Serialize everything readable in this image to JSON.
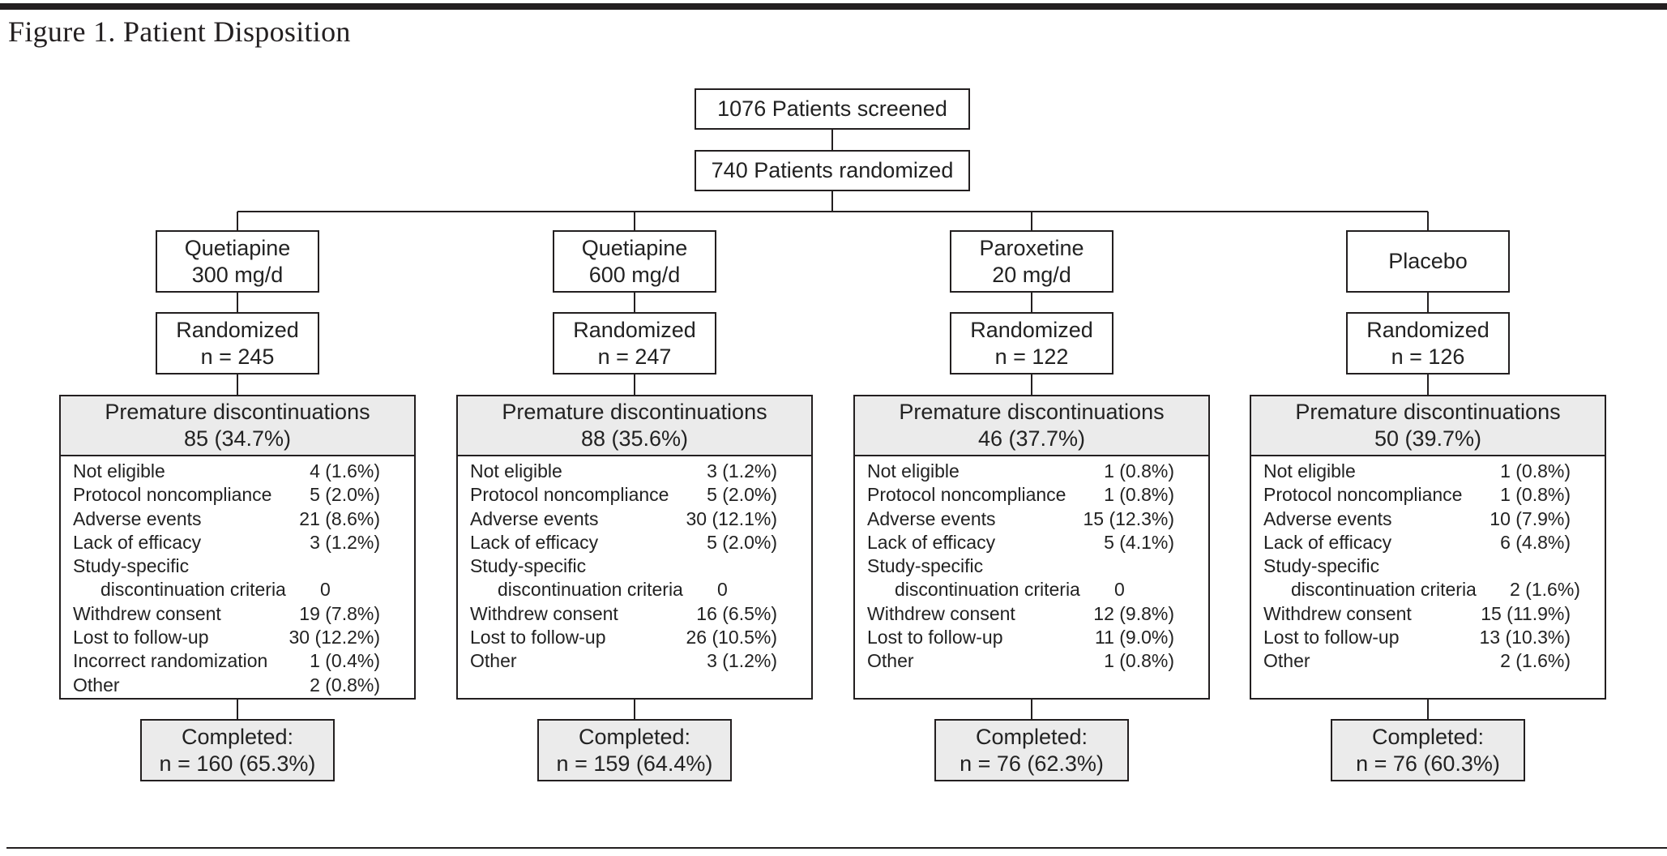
{
  "figure_title": "Figure 1. Patient Disposition",
  "screened": {
    "label": "1076 Patients screened"
  },
  "randomized": {
    "label": "740 Patients randomized"
  },
  "arms": [
    {
      "name_lines": [
        "Quetiapine",
        "300 mg/d"
      ],
      "randomized_lines": [
        "Randomized",
        "n = 245"
      ],
      "discontinuations_lines": [
        "Premature discontinuations",
        "85 (34.7%)"
      ],
      "reasons": [
        {
          "label": "Not eligible",
          "value": "4 (1.6%)"
        },
        {
          "label": "Protocol noncompliance",
          "value": "5 (2.0%)"
        },
        {
          "label": "Adverse events",
          "value": "21 (8.6%)"
        },
        {
          "label": "Lack of efficacy",
          "value": "3 (1.2%)"
        },
        {
          "label": "Study-specific",
          "value": ""
        },
        {
          "label": "discontinuation criteria",
          "value": "0",
          "indent": true
        },
        {
          "label": "Withdrew consent",
          "value": "19 (7.8%)"
        },
        {
          "label": "Lost to follow-up",
          "value": "30 (12.2%)"
        },
        {
          "label": "Incorrect randomization",
          "value": "1 (0.4%)"
        },
        {
          "label": "Other",
          "value": "2 (0.8%)"
        }
      ],
      "completed_lines": [
        "Completed:",
        "n = 160 (65.3%)"
      ]
    },
    {
      "name_lines": [
        "Quetiapine",
        "600 mg/d"
      ],
      "randomized_lines": [
        "Randomized",
        "n = 247"
      ],
      "discontinuations_lines": [
        "Premature discontinuations",
        "88 (35.6%)"
      ],
      "reasons": [
        {
          "label": "Not eligible",
          "value": "3 (1.2%)"
        },
        {
          "label": "Protocol noncompliance",
          "value": "5 (2.0%)"
        },
        {
          "label": "Adverse events",
          "value": "30 (12.1%)"
        },
        {
          "label": "Lack of efficacy",
          "value": "5 (2.0%)"
        },
        {
          "label": "Study-specific",
          "value": ""
        },
        {
          "label": "discontinuation criteria",
          "value": "0",
          "indent": true
        },
        {
          "label": "Withdrew consent",
          "value": "16 (6.5%)"
        },
        {
          "label": "Lost to follow-up",
          "value": "26 (10.5%)"
        },
        {
          "label": "Other",
          "value": "3 (1.2%)"
        }
      ],
      "completed_lines": [
        "Completed:",
        "n = 159 (64.4%)"
      ]
    },
    {
      "name_lines": [
        "Paroxetine",
        "20 mg/d"
      ],
      "randomized_lines": [
        "Randomized",
        "n = 122"
      ],
      "discontinuations_lines": [
        "Premature discontinuations",
        "46 (37.7%)"
      ],
      "reasons": [
        {
          "label": "Not eligible",
          "value": "1 (0.8%)"
        },
        {
          "label": "Protocol noncompliance",
          "value": "1 (0.8%)"
        },
        {
          "label": "Adverse events",
          "value": "15 (12.3%)"
        },
        {
          "label": "Lack of efficacy",
          "value": "5 (4.1%)"
        },
        {
          "label": "Study-specific",
          "value": ""
        },
        {
          "label": "discontinuation criteria",
          "value": "0",
          "indent": true
        },
        {
          "label": "Withdrew consent",
          "value": "12 (9.8%)"
        },
        {
          "label": "Lost to follow-up",
          "value": "11 (9.0%)"
        },
        {
          "label": "Other",
          "value": "1 (0.8%)"
        }
      ],
      "completed_lines": [
        "Completed:",
        "n = 76 (62.3%)"
      ]
    },
    {
      "name_lines": [
        "Placebo"
      ],
      "randomized_lines": [
        "Randomized",
        "n = 126"
      ],
      "discontinuations_lines": [
        "Premature discontinuations",
        "50 (39.7%)"
      ],
      "reasons": [
        {
          "label": "Not eligible",
          "value": "1 (0.8%)"
        },
        {
          "label": "Protocol noncompliance",
          "value": "1 (0.8%)"
        },
        {
          "label": "Adverse events",
          "value": "10 (7.9%)"
        },
        {
          "label": "Lack of efficacy",
          "value": "6 (4.8%)"
        },
        {
          "label": "Study-specific",
          "value": ""
        },
        {
          "label": "discontinuation criteria",
          "value": "2 (1.6%)",
          "indent": true
        },
        {
          "label": "Withdrew consent",
          "value": "15 (11.9%)"
        },
        {
          "label": "Lost to follow-up",
          "value": "13 (10.3%)"
        },
        {
          "label": "Other",
          "value": "2 (1.6%)"
        }
      ],
      "completed_lines": [
        "Completed:",
        "n = 76 (60.3%)"
      ]
    }
  ]
}
